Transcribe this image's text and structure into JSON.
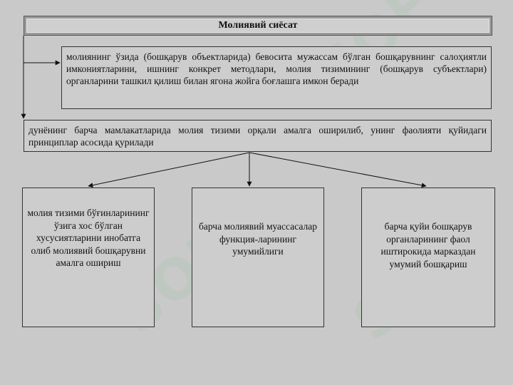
{
  "title": "Молиявий сиёсат",
  "description": "молиянинг ўзида (бошқарув объектларида) бевосита мужассам бўлган бошқарувнинг салоҳиятли имкониятларини, ишнинг конкрет методлари,  молия тизимининг (бошқарув субъектлари) органларини ташкил қилиш билан ягона жойга боғлашга имкон беради",
  "worldwide": "дунёнинг барча мамлакатларида молия тизими орқали амалга оширилиб, унинг фаолияти қуйидаги принциплар асосида қурилади",
  "principles": [
    "молия тизими бўғинларининг ўзига хос бўлган хусусиятларини инобатга олиб молиявий бошқарувни амалга ошириш",
    "барча молиявий муассасалар функция-ларининг умумийлиги",
    "барча қуйи бошқарув органларининг фаол иштирокида марказдан умумий бошқариш"
  ],
  "colors": {
    "background": "#c9c9c9",
    "box": "#cdcdcd",
    "border": "#333333",
    "watermark": "#b7c7bb"
  }
}
